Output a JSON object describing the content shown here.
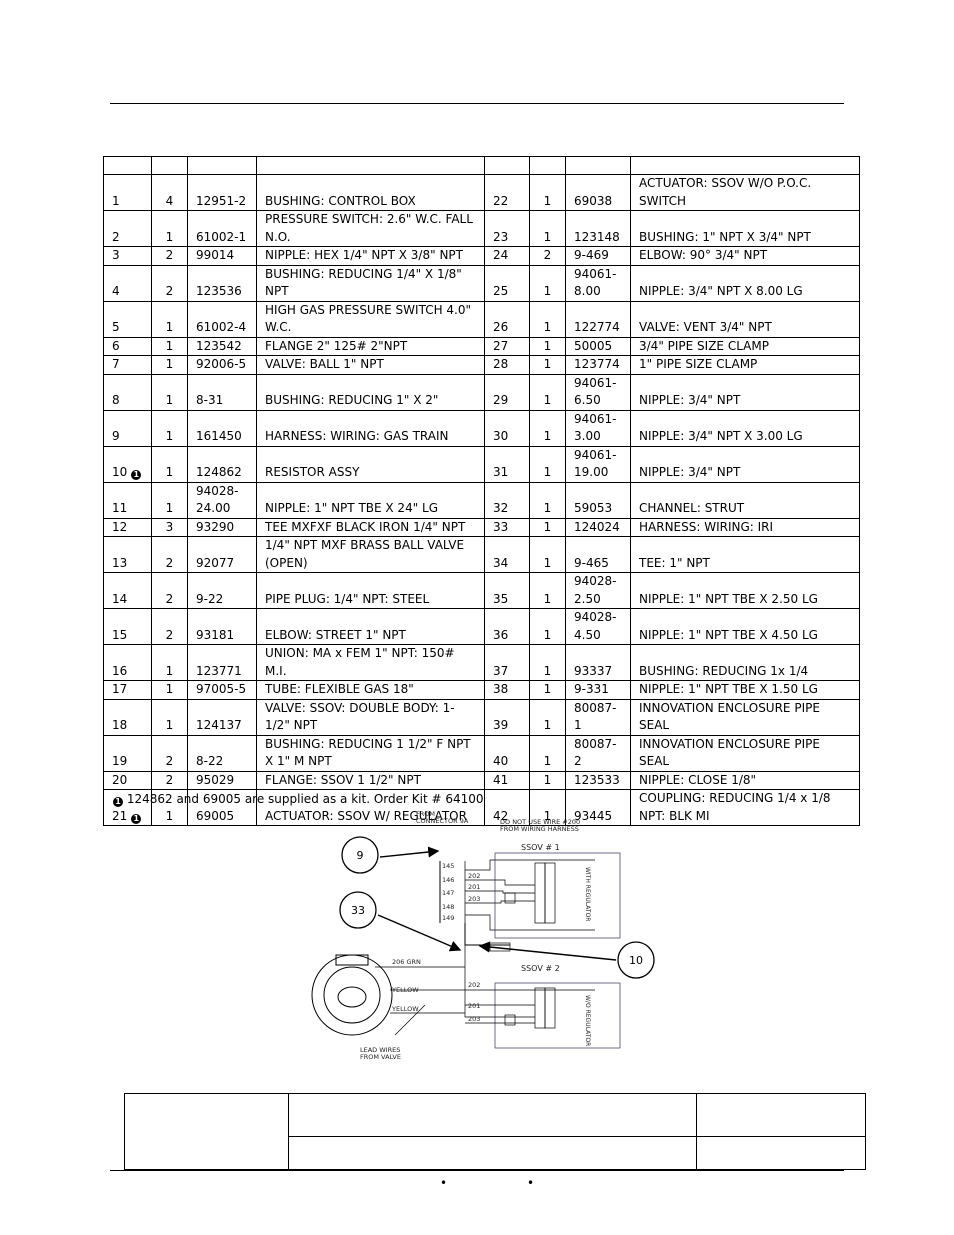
{
  "table": {
    "headers": [
      "",
      "",
      "",
      "",
      "",
      "",
      "",
      ""
    ],
    "rows": [
      [
        "1",
        "4",
        "12951-2",
        "BUSHING: CONTROL BOX",
        "22",
        "1",
        "69038",
        "ACTUATOR: SSOV W/O P.O.C. SWITCH"
      ],
      [
        "2",
        "1",
        "61002-1",
        "PRESSURE SWITCH: 2.6\" W.C. FALL N.O.",
        "23",
        "1",
        "123148",
        "BUSHING: 1\" NPT X 3/4\" NPT"
      ],
      [
        "3",
        "2",
        "99014",
        "NIPPLE: HEX 1/4\" NPT X 3/8\" NPT",
        "24",
        "2",
        "9-469",
        "ELBOW: 90° 3/4\" NPT"
      ],
      [
        "4",
        "2",
        "123536",
        "BUSHING: REDUCING 1/4\" X 1/8\" NPT",
        "25",
        "1",
        "94061-8.00",
        "NIPPLE: 3/4\" NPT X 8.00 LG"
      ],
      [
        "5",
        "1",
        "61002-4",
        "HIGH GAS PRESSURE SWITCH 4.0\" W.C.",
        "26",
        "1",
        "122774",
        "VALVE: VENT 3/4\" NPT"
      ],
      [
        "6",
        "1",
        "123542",
        "FLANGE 2\" 125# 2\"NPT",
        "27",
        "1",
        "50005",
        "3/4\" PIPE SIZE CLAMP"
      ],
      [
        "7",
        "1",
        "92006-5",
        "VALVE: BALL 1\" NPT",
        "28",
        "1",
        "123774",
        "1\" PIPE SIZE CLAMP"
      ],
      [
        "8",
        "1",
        "8-31",
        "BUSHING: REDUCING 1\" X 2\"",
        "29",
        "1",
        "94061-6.50",
        "NIPPLE: 3/4\" NPT"
      ],
      [
        "9",
        "1",
        "161450",
        "HARNESS: WIRING: GAS TRAIN",
        "30",
        "1",
        "94061-3.00",
        "NIPPLE: 3/4\" NPT X 3.00 LG"
      ],
      [
        "10",
        "1",
        "124862",
        "RESISTOR ASSY",
        "31",
        "1",
        "94061-19.00",
        "NIPPLE: 3/4\" NPT"
      ],
      [
        "11",
        "1",
        "94028-24.00",
        "NIPPLE: 1\" NPT TBE X 24\" LG",
        "32",
        "1",
        "59053",
        "CHANNEL: STRUT"
      ],
      [
        "12",
        "3",
        "93290",
        "TEE MXFXF BLACK IRON 1/4\" NPT",
        "33",
        "1",
        "124024",
        "HARNESS: WIRING: IRI"
      ],
      [
        "13",
        "2",
        "92077",
        "1/4\" NPT MXF BRASS BALL VALVE (OPEN)",
        "34",
        "1",
        "9-465",
        "TEE: 1\" NPT"
      ],
      [
        "14",
        "2",
        "9-22",
        "PIPE PLUG: 1/4\" NPT: STEEL",
        "35",
        "1",
        "94028-2.50",
        "NIPPLE: 1\" NPT TBE X 2.50 LG"
      ],
      [
        "15",
        "2",
        "93181",
        "ELBOW: STREET 1\" NPT",
        "36",
        "1",
        "94028-4.50",
        "NIPPLE: 1\" NPT TBE X 4.50 LG"
      ],
      [
        "16",
        "1",
        "123771",
        "UNION: MA x FEM 1\" NPT: 150# M.I.",
        "37",
        "1",
        "93337",
        "BUSHING: REDUCING 1x 1/4"
      ],
      [
        "17",
        "1",
        "97005-5",
        "TUBE: FLEXIBLE GAS 18\"",
        "38",
        "1",
        "9-331",
        "NIPPLE: 1\" NPT TBE X 1.50 LG"
      ],
      [
        "18",
        "1",
        "124137",
        "VALVE: SSOV: DOUBLE BODY: 1-1/2\" NPT",
        "39",
        "1",
        "80087-1",
        "INNOVATION ENCLOSURE PIPE SEAL"
      ],
      [
        "19",
        "2",
        "8-22",
        "BUSHING: REDUCING 1 1/2\" F NPT X 1\" M NPT",
        "40",
        "1",
        "80087-2",
        "INNOVATION ENCLOSURE PIPE SEAL"
      ],
      [
        "20",
        "2",
        "95029",
        "FLANGE: SSOV 1 1/2\" NPT",
        "41",
        "1",
        "123533",
        "NIPPLE: CLOSE 1/8\""
      ],
      [
        "21",
        "1",
        "69005",
        "ACTUATOR: SSOV W/ REGULATOR",
        "42",
        "1",
        "93445",
        "COUPLING: REDUCING 1/4 x 1/8 NPT: BLK MI"
      ]
    ]
  },
  "note_marker": "1",
  "note": "124862 and 69005 are supplied as a kit. Order Kit # 64100",
  "diagram": {
    "from_connector": "FROM\nCONNECTOR 9A",
    "do_not_use": "DO NOT USE WIRE #200\nFROM WIRING HARNESS",
    "ssov1": "SSOV # 1",
    "ssov2": "SSOV # 2",
    "wires_top": [
      "145",
      "146",
      "147",
      "148",
      "149"
    ],
    "wires_harness": [
      "202",
      "201",
      "203"
    ],
    "wires_bottom": [
      "202",
      "201",
      "203"
    ],
    "wire_206": "206 GRN",
    "yellow1": "YELLOW",
    "yellow2": "YELLOW",
    "lead_wires": "LEAD WIRES\nFROM VALVE",
    "with_regulator": "WITH REGULATOR",
    "wo_regulator": "W/O REGULATOR",
    "callout_9": "9",
    "callout_33": "33",
    "callout_10": "10"
  },
  "footer_bullets": [
    "•",
    "•"
  ]
}
